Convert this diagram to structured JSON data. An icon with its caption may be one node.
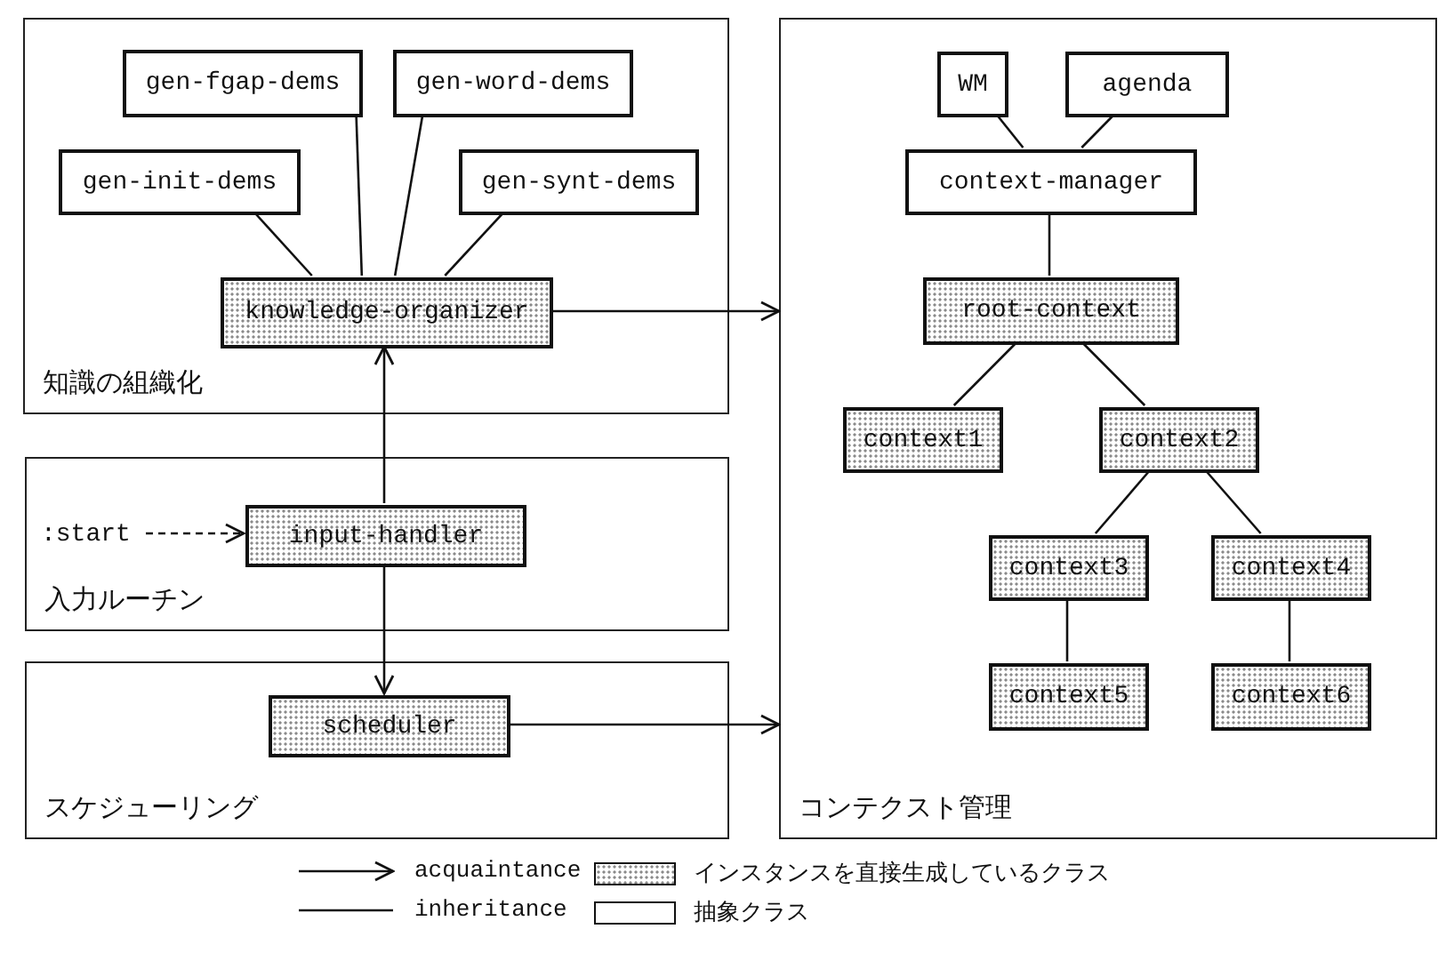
{
  "diagram": {
    "nodes": [
      {
        "text": [
          "知識の組織化"
        ]
      },
      {
        "text": [
          "gen-fgap-dems"
        ],
        "in": 0
      },
      {
        "text": [
          "gen-word-dems"
        ],
        "in": 0
      },
      {
        "text": [
          "gen-init-dems"
        ],
        "in": 0
      },
      {
        "text": [
          "gen-synt-dems"
        ],
        "in": 0
      },
      {
        "text": [
          "knowledge-organizer"
        ],
        "in": 0
      },
      {
        "text": [
          "入力ルーチン"
        ]
      },
      {
        "text": [
          ":start"
        ],
        "in": 6
      },
      {
        "text": [
          "input-handler"
        ],
        "in": 6
      },
      {
        "text": [
          "スケジューリング"
        ]
      },
      {
        "text": [
          "scheduler"
        ],
        "in": 9
      },
      {
        "text": [
          "コンテクスト管理"
        ]
      },
      {
        "text": [
          "WM"
        ],
        "in": 11
      },
      {
        "text": [
          "agenda"
        ],
        "in": 11
      },
      {
        "text": [
          "context-manager"
        ],
        "in": 11
      },
      {
        "text": [
          "root-context"
        ],
        "in": 11
      },
      {
        "text": [
          "context1"
        ],
        "in": 11
      },
      {
        "text": [
          "context2"
        ],
        "in": 11
      },
      {
        "text": [
          "context3"
        ],
        "in": 11
      },
      {
        "text": [
          "context4"
        ],
        "in": 11
      },
      {
        "text": [
          "context5"
        ],
        "in": 11
      },
      {
        "text": [
          "context6"
        ],
        "in": 11
      }
    ],
    "edges": [
      {
        "from": 1,
        "to": 5,
        "arrow": "none"
      },
      {
        "from": 2,
        "to": 5,
        "arrow": "none"
      },
      {
        "from": 3,
        "to": 5,
        "arrow": "none"
      },
      {
        "from": 4,
        "to": 5,
        "arrow": "none"
      },
      {
        "from": 5,
        "to": 11,
        "arrow": "to"
      },
      {
        "from": 7,
        "to": 8,
        "arrow": "to",
        "style": "dashed"
      },
      {
        "from": 8,
        "to": 5,
        "arrow": "to"
      },
      {
        "from": 8,
        "to": 10,
        "arrow": "to"
      },
      {
        "from": 10,
        "to": 11,
        "arrow": "to"
      },
      {
        "from": 12,
        "to": 14,
        "arrow": "none"
      },
      {
        "from": 13,
        "to": 14,
        "arrow": "none"
      },
      {
        "from": 14,
        "to": 15,
        "arrow": "none"
      },
      {
        "from": 15,
        "to": 16,
        "arrow": "none"
      },
      {
        "from": 15,
        "to": 17,
        "arrow": "none"
      },
      {
        "from": 17,
        "to": 18,
        "arrow": "none"
      },
      {
        "from": 17,
        "to": 19,
        "arrow": "none"
      },
      {
        "from": 18,
        "to": 20,
        "arrow": "none"
      },
      {
        "from": 19,
        "to": 21,
        "arrow": "none"
      }
    ],
    "legend": [
      {
        "text": "acquaintance"
      },
      {
        "text": "inheritance"
      },
      {
        "text": "インスタンスを直接生成しているクラス"
      },
      {
        "text": "抽象クラス"
      }
    ]
  }
}
